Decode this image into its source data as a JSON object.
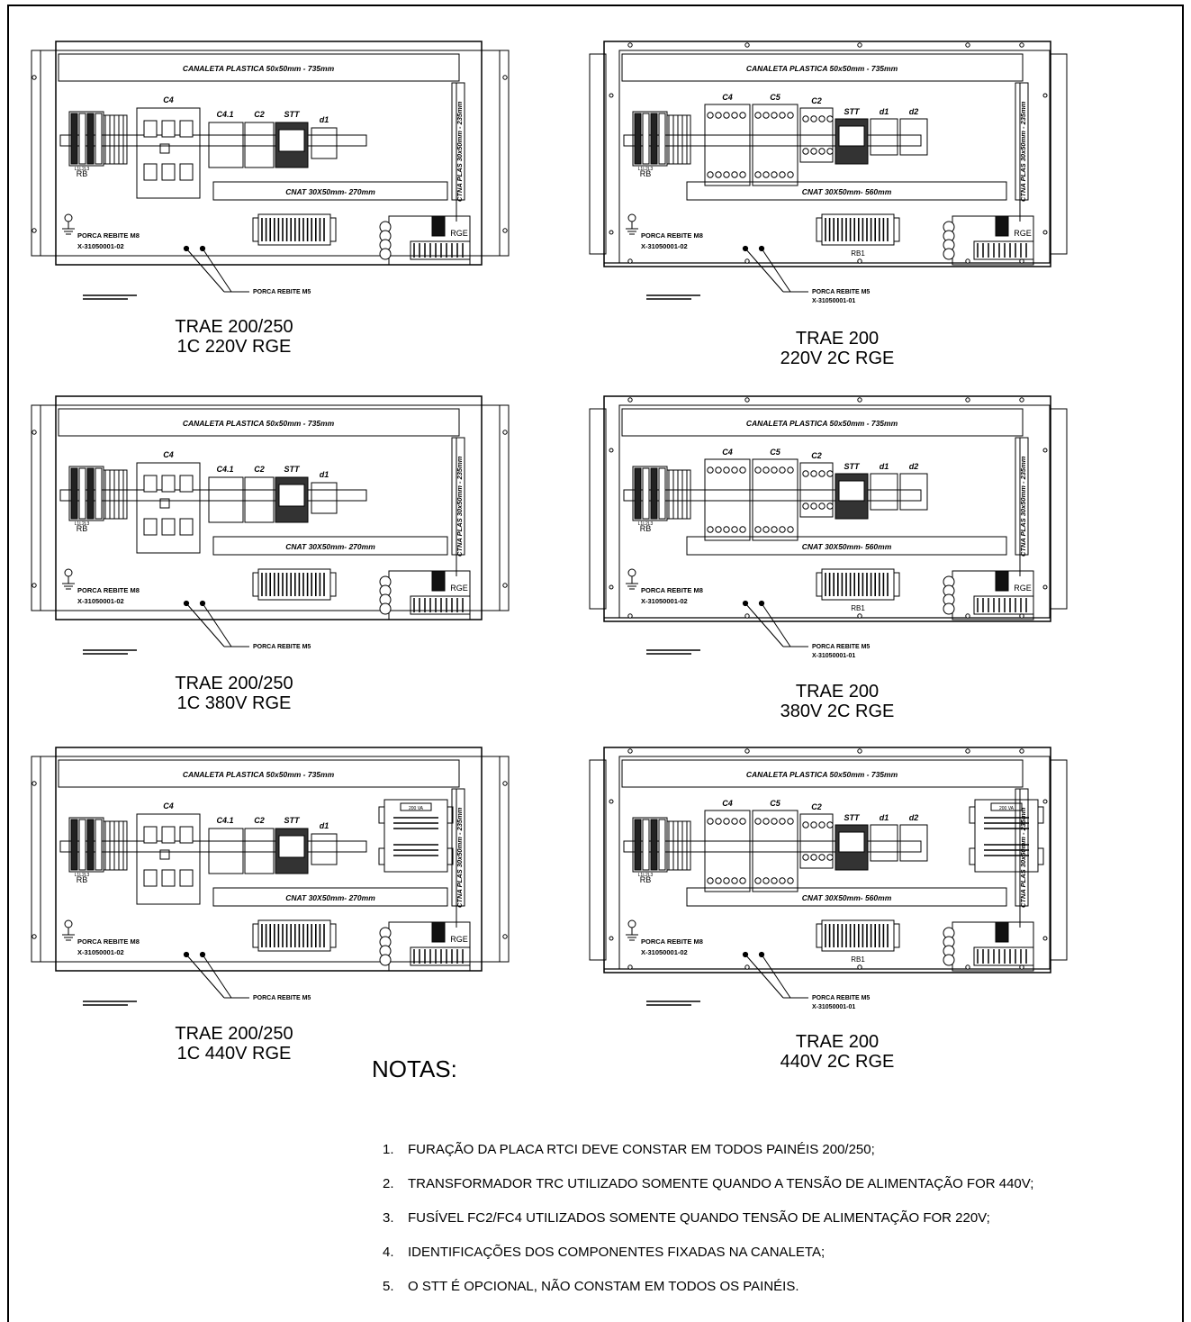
{
  "panels": [
    {
      "id": "p1",
      "kind": "1c",
      "caption": [
        "TRAE 200/250",
        "1C  220V RGE"
      ],
      "canaleta": "CANALETA PLASTICA 50x50mm - 735mm",
      "cnat": "CNAT 30X50mm- 270mm",
      "vertical": "CTNA PLAS 30x50mm - 235mm",
      "labels": [
        "C4",
        "C4.1",
        "C2",
        "STT",
        "d1"
      ],
      "rb": "RB",
      "rge": "RGE",
      "porca_m8": [
        "PORCA REBITE M8",
        "X-31050001-02"
      ],
      "porca_m5": [
        "PORCA REBITE M5"
      ],
      "has_transformer": false
    },
    {
      "id": "p2",
      "kind": "2c",
      "caption": [
        "TRAE 200",
        "220V 2C RGE"
      ],
      "canaleta": "CANALETA PLASTICA 50x50mm - 735mm",
      "cnat": "CNAT 30X50mm- 560mm",
      "vertical": "CTNA PLAS 30x50mm - 235mm",
      "labels": [
        "C4",
        "C5",
        "C2",
        "STT",
        "d1",
        "d2"
      ],
      "rb": "RB",
      "rb1": "RB1",
      "rge": "RGE",
      "porca_m8": [
        "PORCA REBITE M8",
        "X-31050001-02"
      ],
      "porca_m5": [
        "PORCA REBITE M5",
        "X-31050001-01"
      ],
      "has_transformer": false
    },
    {
      "id": "p3",
      "kind": "1c",
      "caption": [
        "TRAE 200/250",
        "1C 380V  RGE"
      ],
      "canaleta": "CANALETA PLASTICA 50x50mm - 735mm",
      "cnat": "CNAT 30X50mm- 270mm",
      "vertical": "CTNA PLAS 30x50mm - 235mm",
      "labels": [
        "C4",
        "C4.1",
        "C2",
        "STT",
        "d1"
      ],
      "rb": "RB",
      "rge": "RGE",
      "porca_m8": [
        "PORCA REBITE M8",
        "X-31050001-02"
      ],
      "porca_m5": [
        "PORCA REBITE M5"
      ],
      "has_transformer": false
    },
    {
      "id": "p4",
      "kind": "2c",
      "caption": [
        "TRAE 200",
        "380V 2C RGE"
      ],
      "canaleta": "CANALETA PLASTICA 50x50mm - 735mm",
      "cnat": "CNAT 30X50mm- 560mm",
      "vertical": "CTNA PLAS 30x50mm - 235mm",
      "labels": [
        "C4",
        "C5",
        "C2",
        "STT",
        "d1",
        "d2"
      ],
      "rb": "RB",
      "rb1": "RB1",
      "rge": "RGE",
      "porca_m8": [
        "PORCA REBITE M8",
        "X-31050001-02"
      ],
      "porca_m5": [
        "PORCA REBITE M5",
        "X-31050001-01"
      ],
      "has_transformer": false
    },
    {
      "id": "p5",
      "kind": "1c",
      "caption": [
        "TRAE 200/250",
        "1C 440V RGE"
      ],
      "canaleta": "CANALETA PLASTICA 50x50mm - 735mm",
      "cnat": "CNAT 30X50mm- 270mm",
      "vertical": "CTNA PLAS 30x50mm - 235mm",
      "labels": [
        "C4",
        "C4.1",
        "C2",
        "STT",
        "d1"
      ],
      "rb": "RB",
      "rge": "RGE",
      "porca_m8": [
        "PORCA REBITE M8",
        "X-31050001-02"
      ],
      "porca_m5": [
        "PORCA REBITE M5"
      ],
      "has_transformer": true,
      "transformer": "200 VA"
    },
    {
      "id": "p6",
      "kind": "2c",
      "caption": [
        "TRAE 200",
        "440V 2C RGE"
      ],
      "canaleta": "CANALETA PLASTICA 50x50mm - 735mm",
      "cnat": "CNAT 30X50mm- 560mm",
      "vertical": "CTNA PLAS 30x50mm - 235mm",
      "labels": [
        "C4",
        "C5",
        "C2",
        "STT",
        "d1",
        "d2"
      ],
      "rb": "RB",
      "rb1": "RB1",
      "rge": "",
      "porca_m8": [
        "PORCA REBITE M8",
        "X-31050001-02"
      ],
      "porca_m5": [
        "PORCA REBITE M5",
        "X-31050001-01"
      ],
      "has_transformer": true,
      "transformer": "200 VA"
    }
  ],
  "notes_title": "NOTAS:",
  "notes": [
    {
      "num": "1.",
      "text": "FURAÇÃO DA PLACA RTCI DEVE CONSTAR EM TODOS PAINÉIS 200/250;"
    },
    {
      "num": "2.",
      "text": "TRANSFORMADOR TRC UTILIZADO SOMENTE QUANDO A TENSÃO DE ALIMENTAÇÃO FOR 440V;"
    },
    {
      "num": "3.",
      "text": "FUSÍVEL FC2/FC4 UTILIZADOS SOMENTE QUANDO TENSÃO DE ALIMENTAÇÃO FOR 220V;"
    },
    {
      "num": "4.",
      "text": "IDENTIFICAÇÕES DOS COMPONENTES FIXADAS NA CANALETA;"
    },
    {
      "num": "5.",
      "text": "O STT É OPCIONAL, NÃO CONSTAM EM TODOS OS PAINÉIS."
    }
  ]
}
